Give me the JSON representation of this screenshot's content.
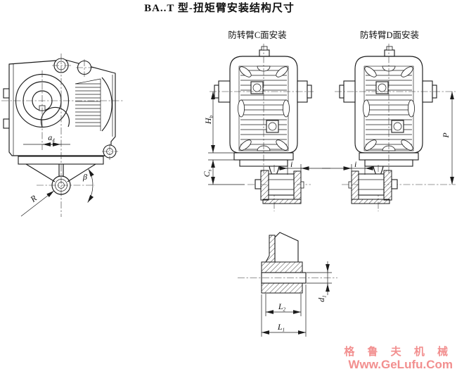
{
  "title": "BA..T 型-扭矩臂安装结构尺寸",
  "headings": {
    "c_mount": "防转臂C面安装",
    "d_mount": "防转臂D面安装"
  },
  "dimensions": {
    "a4": {
      "main": "a",
      "sub": "4"
    },
    "beta": "β",
    "radius": "R",
    "hb": {
      "main": "H",
      "sub": "b"
    },
    "cs": {
      "main": "C",
      "sub": "s"
    },
    "i_c": "i",
    "i_d": "i",
    "p": "P",
    "d1": {
      "main": "d",
      "sub": "1"
    },
    "l2": {
      "main": "L",
      "sub": "2"
    },
    "l1": {
      "main": "L",
      "sub": "1"
    }
  },
  "watermark": {
    "brand": "格 鲁 夫 机 械",
    "url": "Www.GeLufu.Com",
    "color": "#f28f8f"
  },
  "colors": {
    "line": "#1b1b1b",
    "background": "#ffffff"
  }
}
